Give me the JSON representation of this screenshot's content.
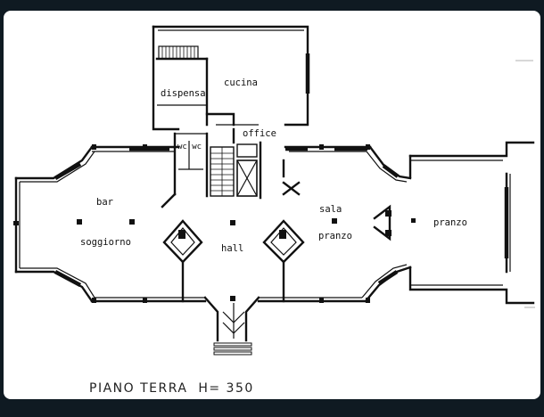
{
  "rooms": {
    "cucina": "cucina",
    "dispensa": "dispensa",
    "office": "office",
    "wc": "wc wc",
    "bar": "bar",
    "soggiorno": "soggiorno",
    "hall": "hall",
    "sala": "sala",
    "sala_pranzo": "pranzo",
    "pranzo": "pranzo"
  },
  "caption": "PIANO TERRA  H= 350",
  "colors": {
    "background": "#0f1a22",
    "paper": "#ffffff",
    "ink": "#111111"
  }
}
